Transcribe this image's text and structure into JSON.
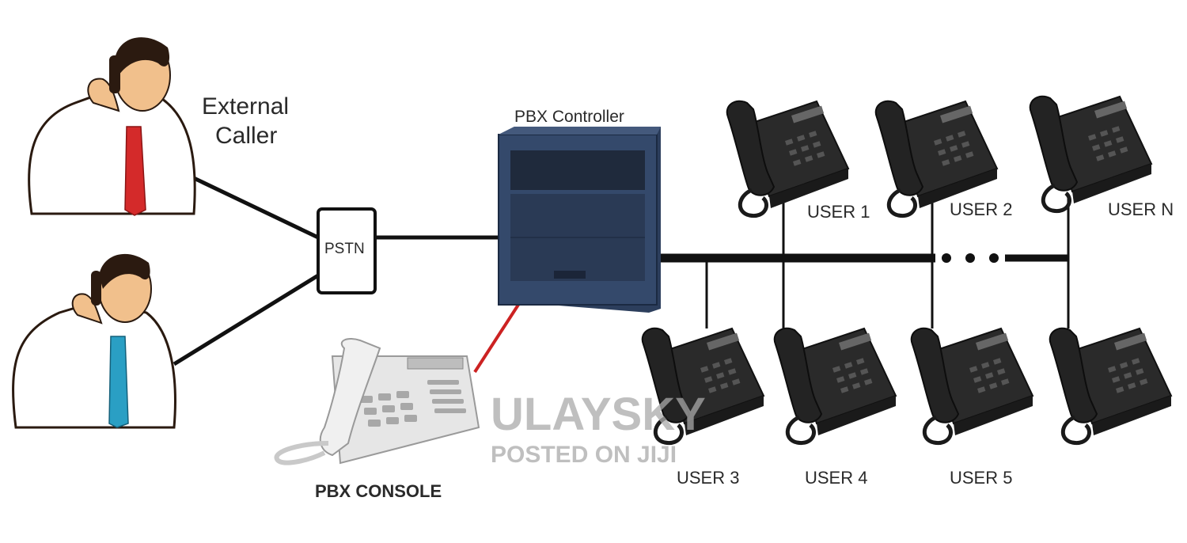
{
  "labels": {
    "external_caller_line1": "External",
    "external_caller_line2": "Caller",
    "pstn": "PSTN",
    "pbx_controller": "PBX Controller",
    "pbx_console": "PBX CONSOLE",
    "user_1": "USER 1",
    "user_2": "USER 2",
    "user_n": "USER N",
    "user_3": "USER 3",
    "user_4": "USER 4",
    "user_5": "USER 5"
  },
  "watermark": {
    "brand": "ULAYSKY",
    "posted": "POSTED ON JIJI"
  },
  "colors": {
    "line": "#111111",
    "console_link": "#cc2222",
    "pbx_cabinet": "#2c3e5c",
    "phone_body": "#2a2a2a",
    "console_phone": "#e6e6e6",
    "tie_red": "#d42a2a",
    "tie_blue": "#2a9fc4",
    "skin": "#f1c08c",
    "hair": "#2b1a10"
  },
  "icons": [
    "person-icon",
    "desk-phone-icon",
    "pbx-cabinet-icon",
    "console-phone-icon"
  ]
}
